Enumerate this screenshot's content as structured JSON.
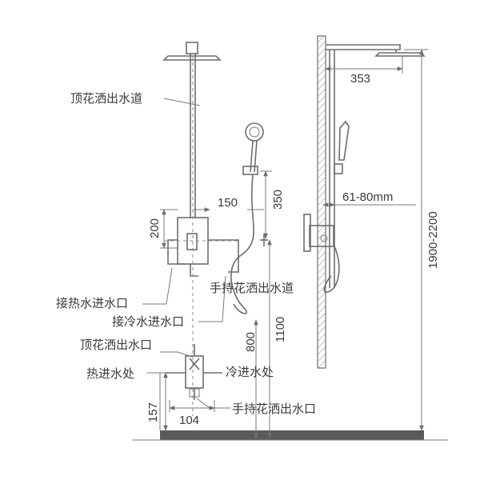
{
  "labels": {
    "top_shower_channel": "顶花洒出水道",
    "hot_inlet": "接热水进水口",
    "cold_inlet": "接冷水进水口",
    "hand_shower_channel": "手持花洒出水道",
    "top_shower_outlet": "顶花洒出水口",
    "hot_in": "热进水处",
    "cold_in": "冷进水处",
    "hand_shower_outlet": "手持花洒出水口"
  },
  "dimensions": {
    "d353": "353",
    "d150": "150",
    "d350": "350",
    "d200": "200",
    "d61_80": "61-80mm",
    "d1100": "1100",
    "d800": "800",
    "d1900_2200": "1900-2200",
    "d157": "157",
    "d104": "104"
  },
  "colors": {
    "line": "#6d6d6d",
    "text": "#3a3a3a",
    "floor": "#5a5a5a",
    "wall_hatch": "#9a9a9a"
  }
}
